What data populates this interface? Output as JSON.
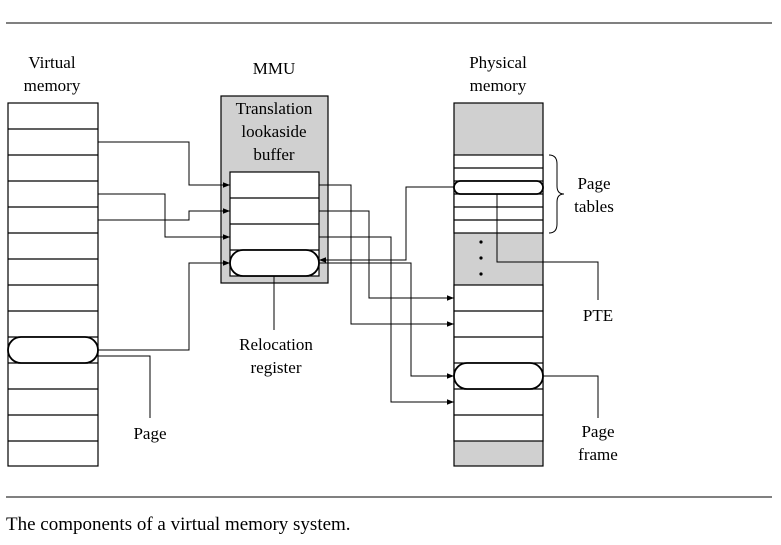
{
  "colors": {
    "shaded": "#d0d0d0",
    "line": "#000000",
    "background": "#ffffff"
  },
  "labels": {
    "virtual_memory_line1": "Virtual",
    "virtual_memory_line2": "memory",
    "mmu": "MMU",
    "physical_memory_line1": "Physical",
    "physical_memory_line2": "memory",
    "tlb_line1": "Translation",
    "tlb_line2": "lookaside",
    "tlb_line3": "buffer",
    "relocation_line1": "Relocation",
    "relocation_line2": "register",
    "page": "Page",
    "page_tables_line1": "Page",
    "page_tables_line2": "tables",
    "pte": "PTE",
    "page_frame_line1": "Page",
    "page_frame_line2": "frame"
  },
  "caption": "The components of a virtual memory system."
}
